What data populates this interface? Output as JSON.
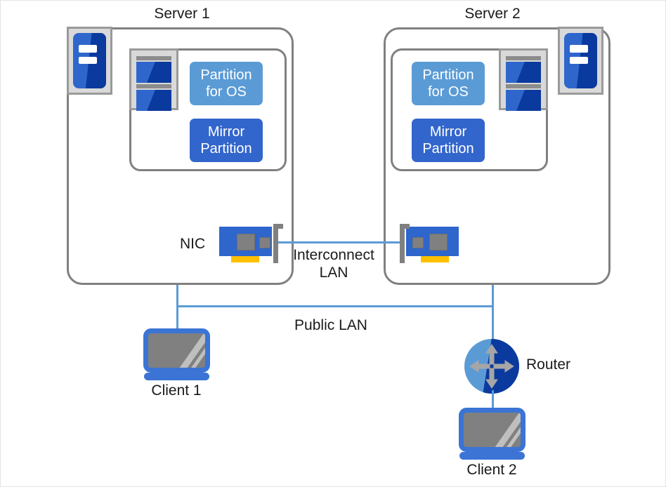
{
  "diagram": {
    "title_server1": "Server 1",
    "title_server2": "Server 2",
    "partition_os": "Partition\nfor OS",
    "partition_os_line1": "Partition",
    "partition_os_line2": "for OS",
    "partition_mirror_line1": "Mirror",
    "partition_mirror_line2": "Partition",
    "nic_label": "NIC",
    "interconnect_line1": "Interconnect",
    "interconnect_line2": "LAN",
    "public_lan_label": "Public  LAN",
    "router_label": "Router",
    "client1_label": "Client 1",
    "client2_label": "Client 2"
  },
  "colors": {
    "partition_os_fill": "#5b9bd5",
    "partition_mirror_fill": "#3366cc",
    "container_border": "#808080",
    "link": "#5b9bd5",
    "icon_blue": "#2f66cc",
    "icon_blue_dark": "#0b3a9e",
    "icon_frame": "#9a9a9a",
    "icon_frame_fill": "#d9d9d9",
    "nic_gold": "#ffc000",
    "screen_grey": "#808080",
    "laptop_bezel": "#3b74d4",
    "text": "#1a1a1a"
  },
  "icons": {
    "server": "server-tower-icon",
    "disk": "disk-array-icon",
    "nic": "network-interface-card-icon",
    "laptop": "laptop-icon",
    "router": "router-icon"
  }
}
